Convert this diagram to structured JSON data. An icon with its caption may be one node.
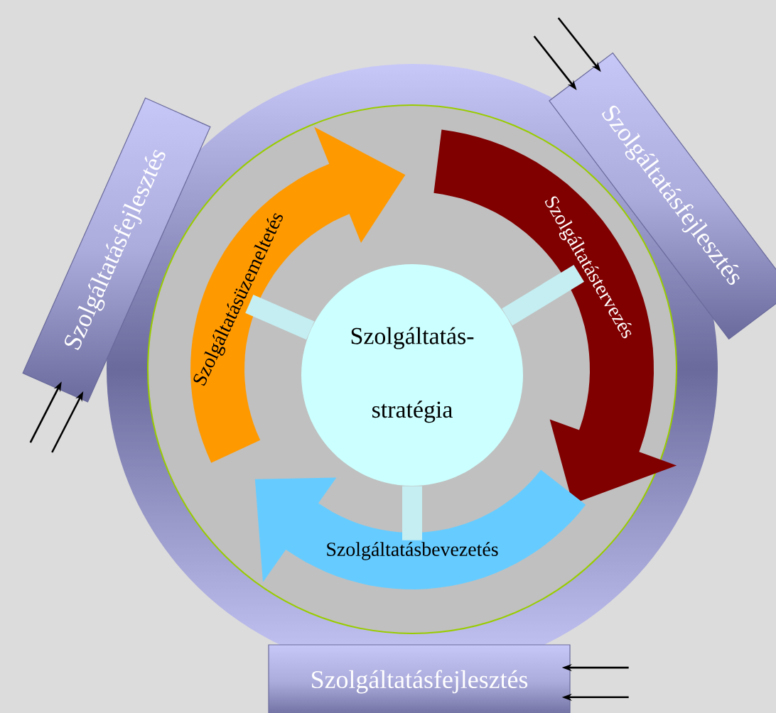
{
  "diagram": {
    "nodes": [
      {
        "text": [
          "Szolgáltatás- stratégia"
        ]
      },
      {
        "text": [
          "Szolgáltatásüzemeltetés"
        ]
      },
      {
        "text": [
          "Szolgáltatástervezés"
        ]
      },
      {
        "text": [
          "Szolgáltatásbevezetés"
        ]
      },
      {
        "text": [
          "Szolgáltatásfejlesztés"
        ]
      },
      {
        "text": [
          "Szolgáltatásfejlesztés"
        ]
      },
      {
        "text": [
          "Szolgáltatásfejlesztés"
        ]
      }
    ],
    "edges": [
      {
        "from": 0,
        "to": 1,
        "arrow": "none",
        "style": "thick",
        "color": "#c4eef2"
      },
      {
        "from": 0,
        "to": 2,
        "arrow": "none",
        "style": "thick",
        "color": "#c4eef2"
      },
      {
        "from": 0,
        "to": 3,
        "arrow": "none",
        "style": "thick",
        "color": "#c4eef2"
      },
      {
        "from": null,
        "to": 4,
        "arrow": "to"
      },
      {
        "from": null,
        "to": 4,
        "arrow": "to"
      },
      {
        "from": null,
        "to": 5,
        "arrow": "to"
      },
      {
        "from": null,
        "to": 5,
        "arrow": "to"
      },
      {
        "from": null,
        "to": 6,
        "arrow": "to"
      },
      {
        "from": null,
        "to": 6,
        "arrow": "to"
      }
    ]
  }
}
